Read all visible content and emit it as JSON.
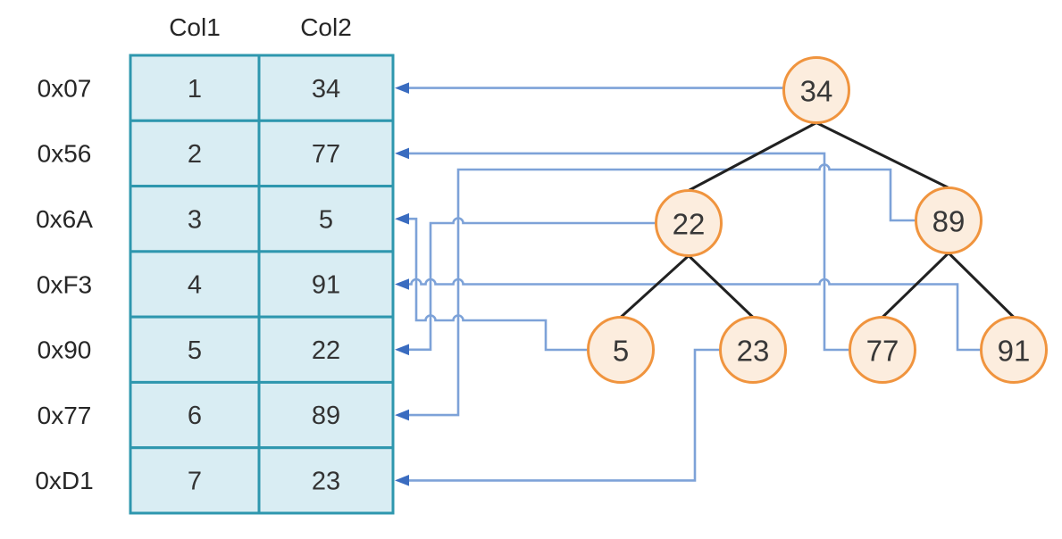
{
  "table": {
    "column_headers": [
      "Col1",
      "Col2"
    ],
    "rows": [
      {
        "address": "0x07",
        "col1": "1",
        "col2": "34"
      },
      {
        "address": "0x56",
        "col1": "2",
        "col2": "77"
      },
      {
        "address": "0x6A",
        "col1": "3",
        "col2": "5"
      },
      {
        "address": "0xF3",
        "col1": "4",
        "col2": "91"
      },
      {
        "address": "0x90",
        "col1": "5",
        "col2": "22"
      },
      {
        "address": "0x77",
        "col1": "6",
        "col2": "89"
      },
      {
        "address": "0xD1",
        "col1": "7",
        "col2": "23"
      }
    ]
  },
  "tree": {
    "nodes": [
      "34",
      "22",
      "89",
      "5",
      "23",
      "77",
      "91"
    ],
    "edges": [
      [
        "34",
        "22"
      ],
      [
        "34",
        "89"
      ],
      [
        "22",
        "5"
      ],
      [
        "22",
        "23"
      ],
      [
        "89",
        "77"
      ],
      [
        "89",
        "91"
      ]
    ]
  },
  "connectors": [
    {
      "from_node": "34",
      "to_row": "0x07"
    },
    {
      "from_node": "77",
      "to_row": "0x56"
    },
    {
      "from_node": "5",
      "to_row": "0x6A"
    },
    {
      "from_node": "91",
      "to_row": "0xF3"
    },
    {
      "from_node": "22",
      "to_row": "0x90"
    },
    {
      "from_node": "89",
      "to_row": "0x77"
    },
    {
      "from_node": "23",
      "to_row": "0xD1"
    }
  ],
  "colors": {
    "cell_fill": "#d9edf3",
    "cell_border": "#2e97ae",
    "node_fill": "#fcedde",
    "node_border": "#f0943e",
    "connector_line": "#7da2d8",
    "connector_arrow": "#3a6cc0",
    "tree_edge": "#212121",
    "table_text": "#333333",
    "header_text": "#262626",
    "node_text": "#383838"
  }
}
